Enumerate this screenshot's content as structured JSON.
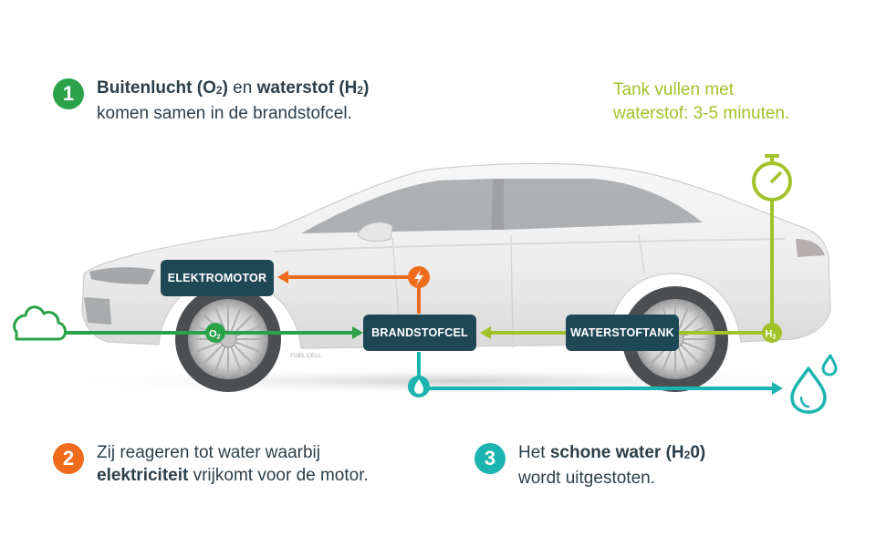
{
  "step1": {
    "number": "1",
    "color": "#2ba24a",
    "line1_bold_a": "Buitenlucht (O",
    "line1_sub_a": "2",
    "line1_bold_a_end": ")",
    "line1_mid": " en ",
    "line1_bold_b": "waterstof (H",
    "line1_sub_b": "2",
    "line1_bold_b_end": ")",
    "line2": "komen samen in de brandstofcel."
  },
  "tank_note": {
    "line1": "Tank vullen met",
    "line2": "waterstof: 3-5 minuten.",
    "color": "#a2c22a"
  },
  "step2": {
    "number": "2",
    "color": "#ee6c1c",
    "line1": "Zij reageren tot water waarbij",
    "line2_bold": "elektriciteit",
    "line2_rest": " vrijkomt voor de motor."
  },
  "step3": {
    "number": "3",
    "color": "#1cb4b0",
    "line1_start": "Het ",
    "line1_bold": "schone water (H",
    "line1_sub": "2",
    "line1_bold_tail": "0)",
    "line2": "wordt uitgestoten."
  },
  "nodes": {
    "motor": "ELEKTROMOTOR",
    "cell": "BRANDSTOFCEL",
    "tank": "WATERSTOFTANK",
    "fill": "#1f4856"
  },
  "markers": {
    "o2_main": "O",
    "o2_sub": "2",
    "h2_main": "H",
    "h2_sub": "2"
  },
  "car_badge": "FUEL CELL",
  "colors": {
    "green": "#2ba24a",
    "orange": "#ee6c1c",
    "teal": "#1cb4b0",
    "lime": "#a2c22a",
    "node": "#1f4856"
  }
}
